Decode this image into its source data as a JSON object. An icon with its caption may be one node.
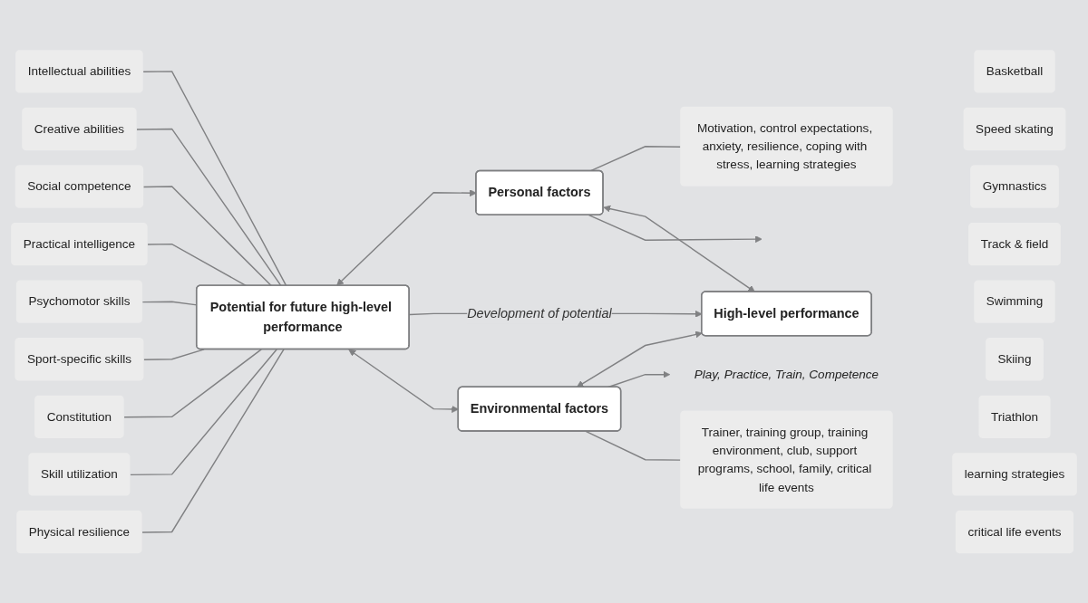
{
  "diagram": {
    "nodes": [
      {
        "text": [
          "Motivation, control expectations, anxiety, resilience, coping with stress, learning strategies"
        ]
      },
      {
        "text": [
          "Personal factors"
        ]
      },
      {
        "text": [
          "Intellectual abilities"
        ]
      },
      {
        "text": [
          "Creative abilities"
        ]
      },
      {
        "text": [
          "Social competence"
        ]
      },
      {
        "text": [
          "Practical intelligence"
        ]
      },
      {
        "text": [
          "Psychomotor skills"
        ]
      },
      {
        "text": [
          "Sport-specific skills"
        ]
      },
      {
        "text": [
          "Constitution"
        ]
      },
      {
        "text": [
          "Skill utilization"
        ]
      },
      {
        "text": [
          "Physical resilience"
        ]
      },
      {
        "text": [
          "Potential for future high-level performance"
        ]
      },
      {
        "text": [
          "High-level performance"
        ]
      },
      {
        "text": [
          "Basketball"
        ]
      },
      {
        "text": [
          "Speed skating"
        ]
      },
      {
        "text": [
          "Gymnastics"
        ]
      },
      {
        "text": [
          "Track & field"
        ]
      },
      {
        "text": [
          "Swimming"
        ]
      },
      {
        "text": [
          "Skiing"
        ]
      },
      {
        "text": [
          "Triathlon"
        ]
      },
      {
        "text": [
          "learning strategies"
        ]
      },
      {
        "text": [
          "critical life events"
        ]
      },
      {
        "text": [
          "Play, Practice, Train, Competence"
        ]
      },
      {
        "text": [
          "Environmental factors"
        ]
      },
      {
        "text": [
          "Trainer, training group, training environment, club, support programs, school, family, critical life events"
        ]
      }
    ],
    "edges": [
      {
        "from": 1,
        "to": 0,
        "arrow": "none"
      },
      {
        "from": 11,
        "to": 1,
        "arrow": "both"
      },
      {
        "from": 1,
        "to": 12,
        "arrow": "both"
      },
      {
        "from": 1,
        "to": null,
        "arrow": "to"
      },
      {
        "from": 2,
        "to": 11,
        "arrow": "none"
      },
      {
        "from": 3,
        "to": 11,
        "arrow": "none"
      },
      {
        "from": 4,
        "to": 11,
        "arrow": "none"
      },
      {
        "from": 5,
        "to": 11,
        "arrow": "none"
      },
      {
        "from": 6,
        "to": 11,
        "arrow": "none"
      },
      {
        "from": 7,
        "to": 11,
        "arrow": "none"
      },
      {
        "from": 8,
        "to": 11,
        "arrow": "none"
      },
      {
        "from": 9,
        "to": 11,
        "arrow": "none"
      },
      {
        "from": 10,
        "to": 11,
        "arrow": "none"
      },
      {
        "from": 11,
        "to": 12,
        "arrow": "to",
        "label": "Development of potential"
      },
      {
        "from": 11,
        "to": 23,
        "arrow": "both"
      },
      {
        "from": 23,
        "to": 12,
        "arrow": "both"
      },
      {
        "from": 23,
        "to": 22,
        "arrow": "to"
      },
      {
        "from": 23,
        "to": 24,
        "arrow": "none"
      }
    ]
  }
}
